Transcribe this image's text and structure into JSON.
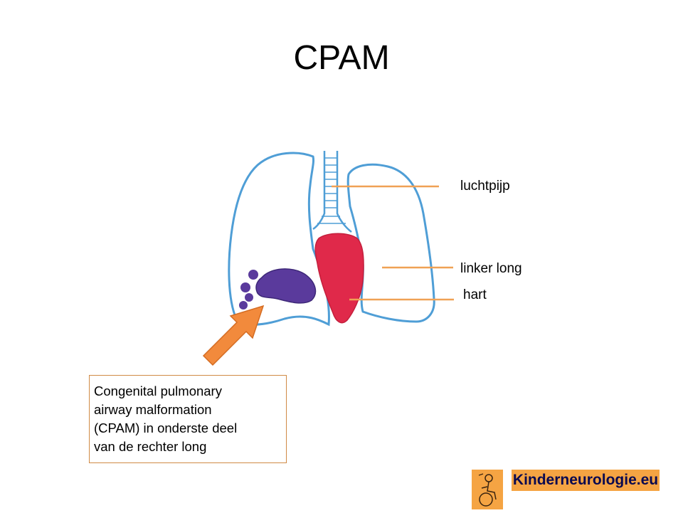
{
  "title": "CPAM",
  "labels": {
    "trachea": "luchtpijp",
    "left_lung": "linker long",
    "heart": "hart"
  },
  "caption": {
    "lines": [
      "Congenital pulmonary",
      "airway malformation",
      "(CPAM) in onderste deel",
      "van de rechter long"
    ]
  },
  "logo": {
    "text": "Kinderneurologie.eu"
  },
  "colors": {
    "lung_outline": "#4f9ed6",
    "heart": "#e0294a",
    "cpam": "#5a3a9c",
    "arrow": "#f28a3c",
    "leader_line": "#f0a155",
    "logo_bg": "#f5a443",
    "logo_text": "#0a0a50"
  }
}
